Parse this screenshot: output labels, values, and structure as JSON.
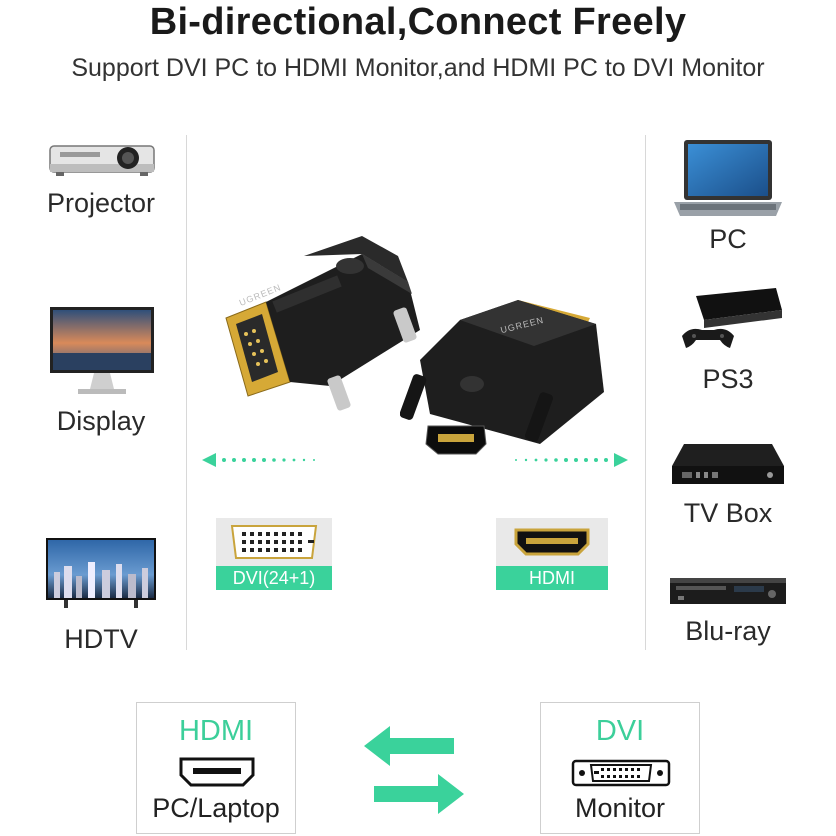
{
  "header": {
    "title": "Bi-directional,Connect Freely",
    "subtitle": "Support DVI PC to HDMI Monitor,and HDMI PC to DVI Monitor"
  },
  "left_devices": [
    {
      "label": "Projector",
      "icon": "projector-icon"
    },
    {
      "label": "Display",
      "icon": "display-icon"
    },
    {
      "label": "HDTV",
      "icon": "hdtv-icon"
    }
  ],
  "right_devices": [
    {
      "label": "PC",
      "icon": "laptop-icon"
    },
    {
      "label": "PS3",
      "icon": "ps3-console-icon"
    },
    {
      "label": "TV Box",
      "icon": "tv-box-icon"
    },
    {
      "label": "Blu-ray",
      "icon": "blu-ray-player-icon"
    }
  ],
  "product": {
    "brand_text": "UGREEN",
    "dvi_port_label": "DVI(24+1)",
    "hdmi_port_label": "HDMI"
  },
  "bottom": {
    "left_box": {
      "top": "HDMI",
      "bottom": "PC/Laptop"
    },
    "right_box": {
      "top": "DVI",
      "bottom": "Monitor"
    }
  },
  "colors": {
    "accent": "#3ad29b",
    "text": "#222222",
    "divider": "#d8d8d8"
  }
}
